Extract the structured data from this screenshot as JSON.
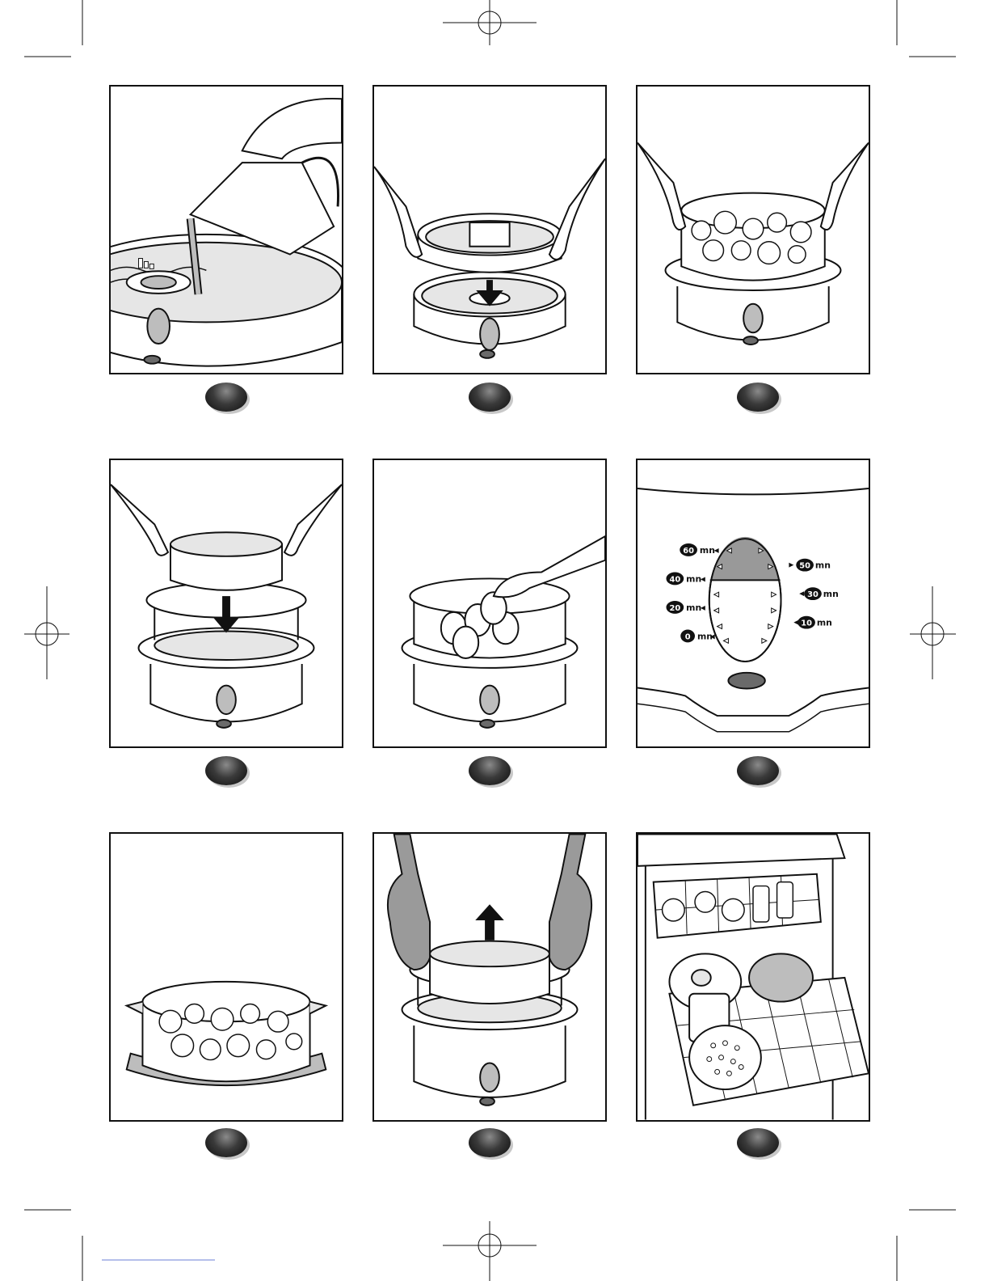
{
  "page": {
    "steps": [
      {
        "id": 1,
        "scene": "pouring water into base",
        "icon": "water-jug-icon"
      },
      {
        "id": 2,
        "scene": "placing collector on base",
        "icon": "collector-tray-icon"
      },
      {
        "id": 3,
        "scene": "placing bowl with bottle parts",
        "icon": "steamer-bowl-icon"
      },
      {
        "id": 4,
        "scene": "placing rice bowl on steamer",
        "icon": "rice-bowl-icon"
      },
      {
        "id": 5,
        "scene": "placing eggs in steamer",
        "icon": "eggs-icon"
      },
      {
        "id": 6,
        "scene": "timer dial close-up",
        "icon": "timer-dial-icon"
      },
      {
        "id": 7,
        "scene": "steamer bowl with bottle parts",
        "icon": "bottle-parts-icon"
      },
      {
        "id": 8,
        "scene": "lifting bowls with oven gloves",
        "icon": "oven-glove-icon"
      },
      {
        "id": 9,
        "scene": "parts in dishwasher",
        "icon": "dishwasher-icon"
      }
    ],
    "timer": {
      "left_labels": [
        {
          "num": "60",
          "unit": "mn"
        },
        {
          "num": "40",
          "unit": "mn"
        },
        {
          "num": "20",
          "unit": "mn"
        },
        {
          "num": "0",
          "unit": "mn"
        }
      ],
      "right_labels": [
        {
          "num": "50",
          "unit": "mn"
        },
        {
          "num": "30",
          "unit": "mn"
        },
        {
          "num": "10",
          "unit": "mn"
        }
      ]
    },
    "colors": {
      "ink": "#111111",
      "fill_grey": "#bdbdbd",
      "dark_grey": "#6a6a6a",
      "light_grey": "#e6e6e6",
      "glove": "#9a9a9a"
    }
  }
}
